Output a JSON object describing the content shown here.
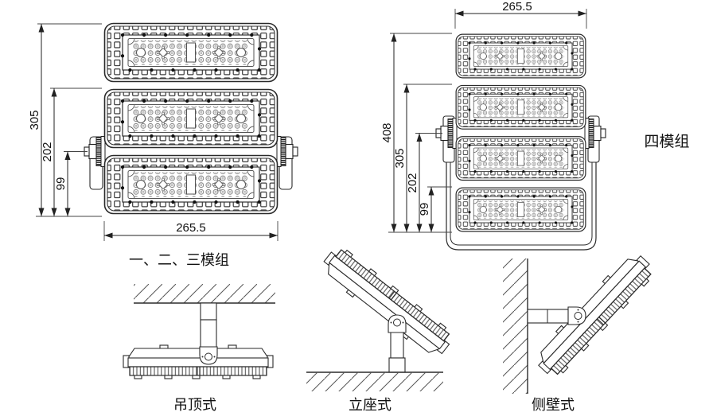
{
  "drawing": {
    "three_module": {
      "label": "一、二、三模组",
      "width_dim": "265.5",
      "height_dims": [
        "305",
        "202",
        "99"
      ]
    },
    "four_module": {
      "label": "四模组",
      "width_dim": "265.5",
      "height_dims": [
        "408",
        "305",
        "202",
        "99"
      ]
    },
    "mount_styles": {
      "ceiling": "吊顶式",
      "pedestal": "立座式",
      "wall": "侧壁式"
    },
    "line_color": "#2a2a2a",
    "background_color": "#ffffff"
  }
}
